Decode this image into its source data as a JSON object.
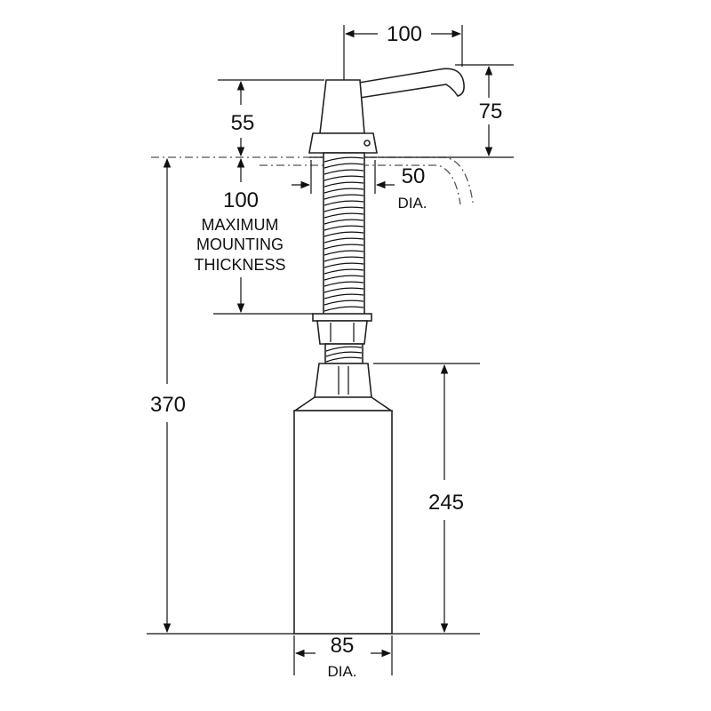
{
  "dimensions": {
    "spout_reach": "100",
    "spout_height": "75",
    "head_height": "55",
    "head_diameter": {
      "value": "50",
      "unit": "DIA."
    },
    "max_mounting": {
      "value": "100",
      "note_lines": [
        "MAXIMUM",
        "MOUNTING",
        "THICKNESS"
      ]
    },
    "total_height": "370",
    "bottle_height": "245",
    "bottle_diameter": {
      "value": "85",
      "unit": "DIA."
    }
  },
  "colors": {
    "line": "#111111",
    "fill": "#ffffff",
    "shade": "#dddddd"
  }
}
